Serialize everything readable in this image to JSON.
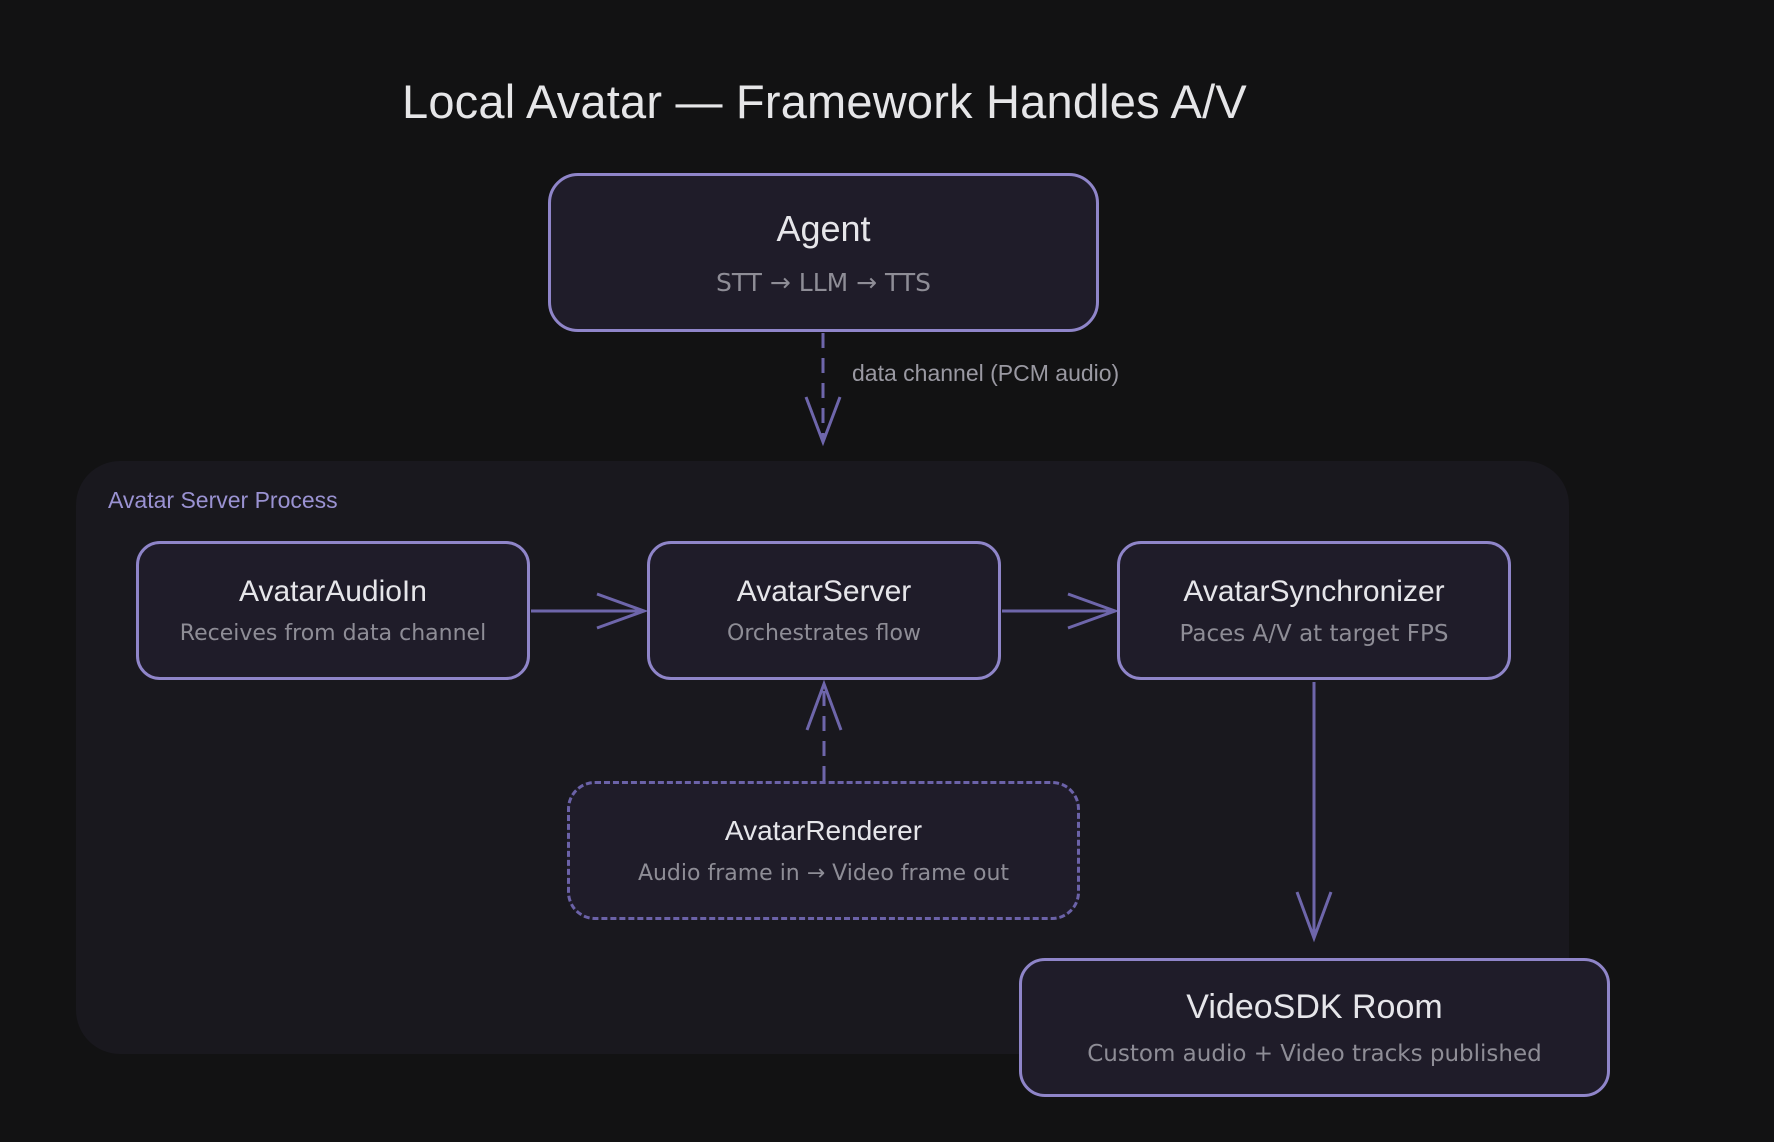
{
  "title": "Local Avatar — Framework Handles A/V",
  "group": {
    "label": "Avatar Server Process"
  },
  "nodes": {
    "agent": {
      "title": "Agent",
      "subtitle": "STT → LLM → TTS"
    },
    "audio_in": {
      "title": "AvatarAudioIn",
      "subtitle": "Receives from data channel"
    },
    "server": {
      "title": "AvatarServer",
      "subtitle": "Orchestrates flow"
    },
    "synchronizer": {
      "title": "AvatarSynchronizer",
      "subtitle": "Paces A/V at target FPS"
    },
    "renderer": {
      "title": "AvatarRenderer",
      "subtitle": "Audio frame in → Video frame out"
    },
    "room": {
      "title": "VideoSDK Room",
      "subtitle": "Custom audio + Video tracks published"
    }
  },
  "edges": {
    "agent_to_server_label": "data channel  (PCM audio)"
  },
  "colors": {
    "background": "#121213",
    "group_fill": "#19181e",
    "node_fill": "#1f1c29",
    "node_border": "#8f85c9",
    "edge": "#6e66ab",
    "group_label": "#9a92d2"
  }
}
